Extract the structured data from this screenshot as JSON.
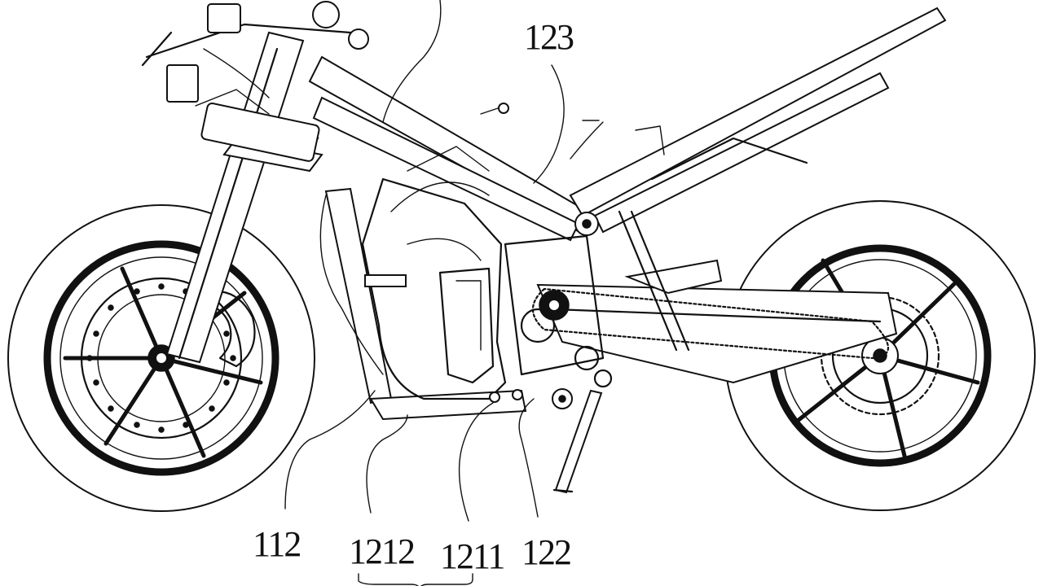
{
  "figure": {
    "reference_labels": [
      {
        "id": "label-123",
        "text": "123"
      },
      {
        "id": "label-112",
        "text": "112"
      },
      {
        "id": "label-1212",
        "text": "1212"
      },
      {
        "id": "label-1211",
        "text": "1211"
      },
      {
        "id": "label-122",
        "text": "122"
      }
    ]
  }
}
